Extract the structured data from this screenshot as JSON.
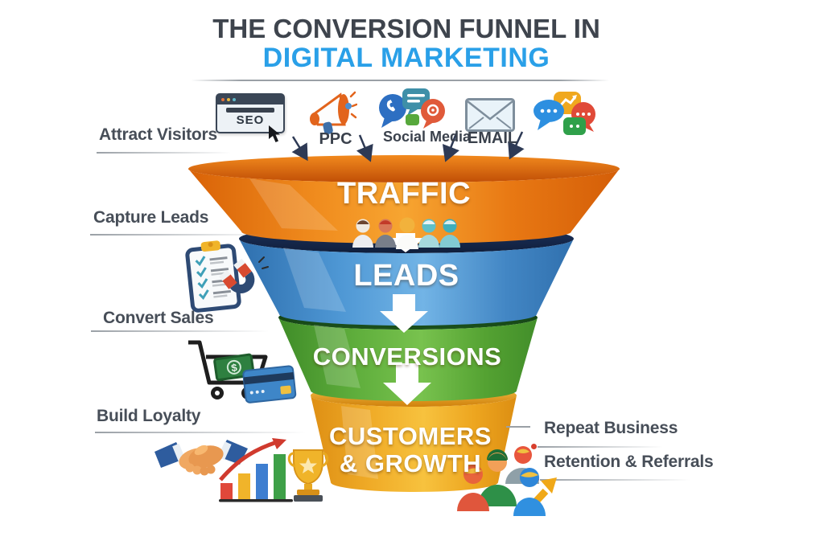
{
  "title": {
    "line1": "THE CONVERSION FUNNEL IN",
    "line2": "DIGITAL MARKETING"
  },
  "channels": {
    "items": [
      {
        "label": "SEO",
        "icon": "seo-browser-icon"
      },
      {
        "label": "PPC",
        "icon": "megaphone-icon"
      },
      {
        "label": "Social Media",
        "icon": "social-media-bubbles-icon"
      },
      {
        "label": "EMAIL",
        "icon": "email-envelope-icon"
      },
      {
        "label": "",
        "icon": "chat-bubbles-icon"
      }
    ]
  },
  "funnel": {
    "stages": [
      {
        "label": "TRAFFIC",
        "color": "#E8751A"
      },
      {
        "label": "LEADS",
        "color": "#3F8FD0"
      },
      {
        "label": "CONVERSIONS",
        "color": "#57A63A"
      },
      {
        "label": "CUSTOMERS & GROWTH",
        "line1": "CUSTOMERS",
        "line2": "& GROWTH",
        "color": "#EFA31D"
      }
    ]
  },
  "annotations": {
    "left": [
      {
        "label": "Attract Visitors"
      },
      {
        "label": "Capture Leads"
      },
      {
        "label": "Convert Sales"
      },
      {
        "label": "Build Loyalty"
      }
    ],
    "right": [
      {
        "label": "Repeat Business"
      },
      {
        "label": "Retention & Referrals"
      }
    ]
  },
  "icons": {
    "cart_dollar": "$"
  },
  "colors": {
    "title_primary": "#3E444D",
    "title_accent": "#2AA0E8",
    "label_text": "#474E58",
    "stage_text": "#FFFFFF",
    "arrow_dark": "#2E3A55",
    "marker_red": "#D8402E"
  }
}
